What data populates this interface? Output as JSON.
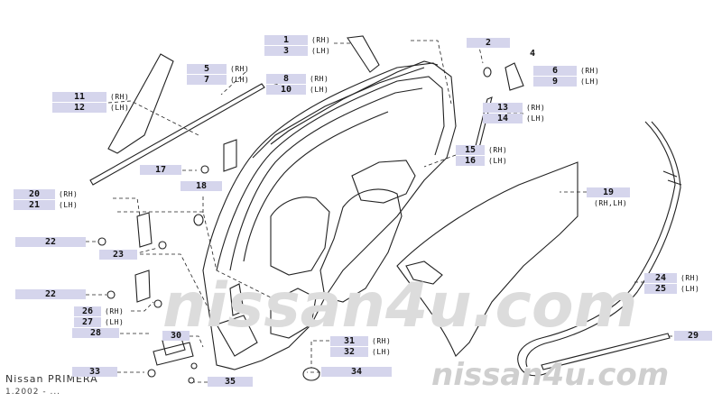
{
  "watermarks": {
    "center": "nissan4u.com",
    "bottom_right": "nissan4u.com"
  },
  "model": {
    "name": "Nissan PRIMERA",
    "date": "1.2002 - ..."
  },
  "parts": [
    {
      "id": "p1",
      "num": "1",
      "side": "(RH)"
    },
    {
      "id": "p3",
      "num": "3",
      "side": "(LH)"
    },
    {
      "id": "p2",
      "num": "2",
      "side": ""
    },
    {
      "id": "p4",
      "num": "4",
      "side": ""
    },
    {
      "id": "p6",
      "num": "6",
      "side": "(RH)"
    },
    {
      "id": "p9",
      "num": "9",
      "side": "(LH)"
    },
    {
      "id": "p5",
      "num": "5",
      "side": "(RH)"
    },
    {
      "id": "p7",
      "num": "7",
      "side": "(LH)"
    },
    {
      "id": "p8",
      "num": "8",
      "side": "(RH)"
    },
    {
      "id": "p10",
      "num": "10",
      "side": "(LH)"
    },
    {
      "id": "p11",
      "num": "11",
      "side": "(RH)"
    },
    {
      "id": "p12",
      "num": "12",
      "side": "(LH)"
    },
    {
      "id": "p13",
      "num": "13",
      "side": "(RH)"
    },
    {
      "id": "p14",
      "num": "14",
      "side": "(LH)"
    },
    {
      "id": "p15",
      "num": "15",
      "side": "(RH)"
    },
    {
      "id": "p16",
      "num": "16",
      "side": "(LH)"
    },
    {
      "id": "p17",
      "num": "17",
      "side": ""
    },
    {
      "id": "p18",
      "num": "18",
      "side": ""
    },
    {
      "id": "p19",
      "num": "19",
      "side": "(RH,LH)"
    },
    {
      "id": "p20",
      "num": "20",
      "side": "(RH)"
    },
    {
      "id": "p21",
      "num": "21",
      "side": "(LH)"
    },
    {
      "id": "p22a",
      "num": "22",
      "side": ""
    },
    {
      "id": "p23",
      "num": "23",
      "side": ""
    },
    {
      "id": "p22b",
      "num": "22",
      "side": ""
    },
    {
      "id": "p24",
      "num": "24",
      "side": "(RH)"
    },
    {
      "id": "p25",
      "num": "25",
      "side": "(LH)"
    },
    {
      "id": "p26",
      "num": "26",
      "side": "(RH)"
    },
    {
      "id": "p27",
      "num": "27",
      "side": "(LH)"
    },
    {
      "id": "p28",
      "num": "28",
      "side": ""
    },
    {
      "id": "p29",
      "num": "29",
      "side": ""
    },
    {
      "id": "p30",
      "num": "30",
      "side": ""
    },
    {
      "id": "p31",
      "num": "31",
      "side": "(RH)"
    },
    {
      "id": "p32",
      "num": "32",
      "side": "(LH)"
    },
    {
      "id": "p33",
      "num": "33",
      "side": ""
    },
    {
      "id": "p34",
      "num": "34",
      "side": ""
    },
    {
      "id": "p35",
      "num": "35",
      "side": ""
    }
  ]
}
